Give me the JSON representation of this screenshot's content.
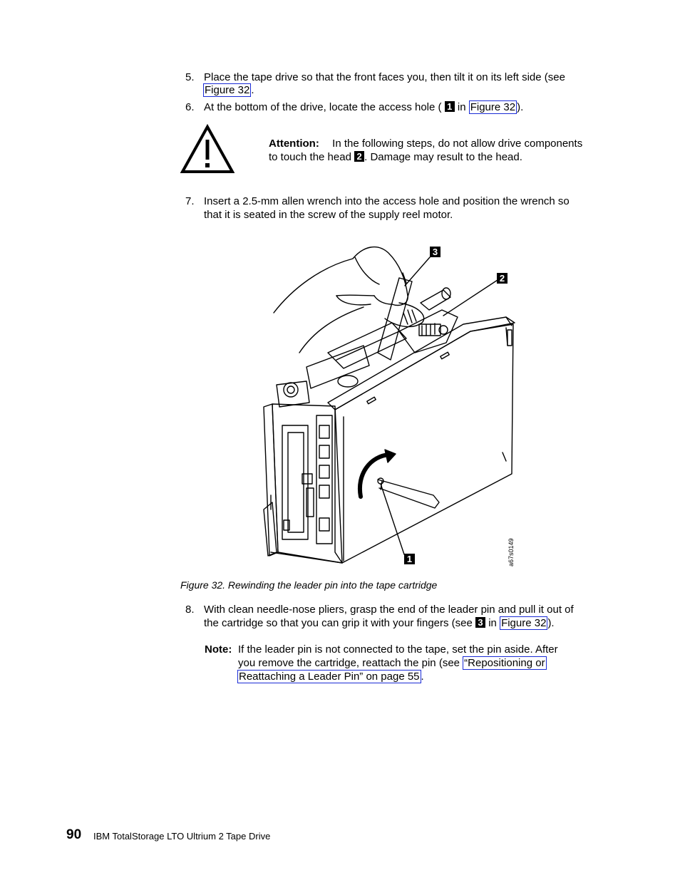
{
  "steps": {
    "s5": {
      "number": "5.",
      "line1": "Place the tape drive so that the front faces you, then tilt it on its left side (see",
      "link": "Figure 32",
      "after": "."
    },
    "s6": {
      "number": "6.",
      "before": "At the bottom of the drive, locate the access hole (",
      "callout": "1",
      "mid": "in",
      "link": "Figure 32",
      "after": ")."
    },
    "attention": {
      "label": "Attention:",
      "line1": "In the following steps, do not allow drive components",
      "line2_before": "to touch the head",
      "callout": "2",
      "line2_after": ". Damage may result to the head."
    },
    "s7": {
      "number": "7.",
      "line1": "Insert a 2.5-mm allen wrench into the access hole and position the wrench so",
      "line2": "that it is seated in the screw of the supply reel motor."
    },
    "s8": {
      "number": "8.",
      "line1": "With clean needle-nose pliers, grasp the end of the leader pin and pull it out of",
      "line2_before": "the cartridge so that you can grip it with your fingers (see",
      "callout": "3",
      "mid": "in",
      "link": "Figure 32",
      "after": ")."
    },
    "note": {
      "label": "Note:",
      "line1": "If the leader pin is not connected to the tape, set the pin aside. After",
      "line2_before": "you remove the cartridge, reattach the pin (see ",
      "link_part1": "“Repositioning or",
      "link_part2": "Reattaching a Leader Pin” on page 55",
      "after": "."
    }
  },
  "figure": {
    "callouts": [
      "3",
      "2",
      "1"
    ],
    "figure_id": "a67s0149",
    "caption": "Figure 32. Rewinding the leader pin into the tape cartridge"
  },
  "footer": {
    "page_number": "90",
    "book_title": "IBM TotalStorage LTO Ultrium 2 Tape Drive"
  },
  "icons": {
    "attention": "warning-triangle-icon"
  },
  "colors": {
    "link_border": "#1a2bd6"
  }
}
